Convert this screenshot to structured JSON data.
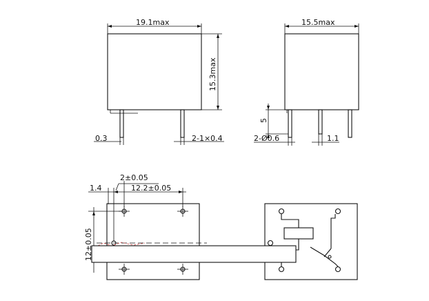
{
  "side_view": {
    "width_label": "19.1max",
    "height_label": "15.3max",
    "pin_offset_label": "0.3",
    "pin_size_label": "2-1×0.4"
  },
  "end_view": {
    "width_label": "15.5max",
    "pin_length_label": "5",
    "pin_dia_label": "2-Ø0.6",
    "pin_width_label": "1.1"
  },
  "footprint": {
    "pitch_small_label": "2±0.05",
    "offset_label": "1.4",
    "pitch_large_label": "12.2±0.05",
    "vertical_pitch_label": "12±0.05"
  },
  "colors": {
    "line": "#111111",
    "background": "#ffffff",
    "overlay": "#ffffff"
  }
}
